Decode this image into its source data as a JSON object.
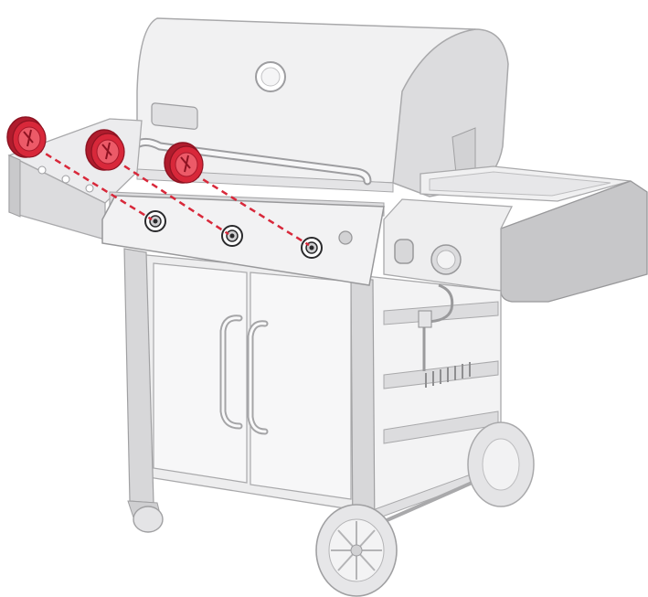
{
  "diagram": {
    "subject": "grill-assembly",
    "callouts": [
      {
        "id": "knob-1",
        "target": "valve-stem-1"
      },
      {
        "id": "knob-2",
        "target": "valve-stem-2"
      },
      {
        "id": "knob-3",
        "target": "valve-stem-3"
      }
    ],
    "colors": {
      "accent": "#d8283a",
      "accent_dark": "#8e1322",
      "line": "#b9b9bb",
      "line_dark": "#7a7a7c",
      "fill": "#f2f2f3",
      "fill_mid": "#e2e2e3",
      "fill_dark": "#cfcfd1",
      "stem": "#2a2a2c"
    }
  }
}
